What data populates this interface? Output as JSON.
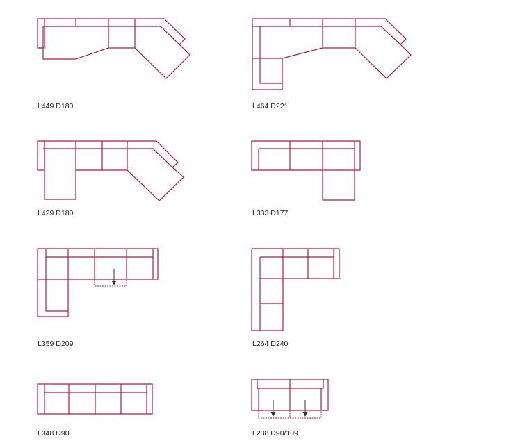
{
  "colors": {
    "outline": "#b3184c",
    "arrow": "#333333",
    "label": "#222222"
  },
  "configurations": [
    {
      "label": "L449 D180"
    },
    {
      "label": "L464 D221"
    },
    {
      "label": "L429 D180"
    },
    {
      "label": "L333 D177"
    },
    {
      "label": "L359 D209"
    },
    {
      "label": "L264 D240"
    },
    {
      "label": "L348 D90"
    },
    {
      "label": "L238 D90/109"
    }
  ]
}
